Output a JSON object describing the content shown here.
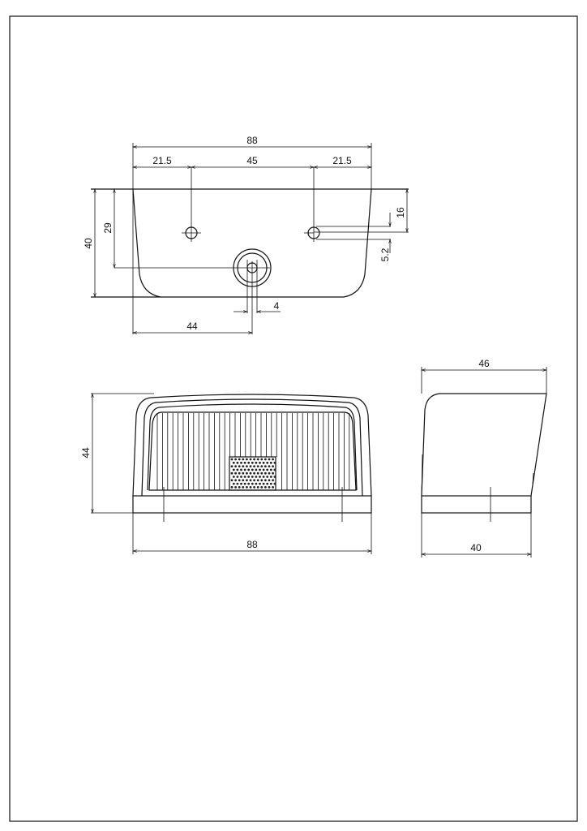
{
  "drawing": {
    "top_view": {
      "overall_width": "88",
      "left_offset": "21.5",
      "hole_spacing": "45",
      "right_offset": "21.5",
      "height": "40",
      "boss_height": "29",
      "hole_from_top": "16",
      "hole_diameter": "5.2",
      "boss_hole_diameter": "4",
      "boss_center_x": "44"
    },
    "front_view": {
      "height": "44",
      "width": "88"
    },
    "side_view": {
      "top_depth": "46",
      "base_depth": "40"
    }
  }
}
